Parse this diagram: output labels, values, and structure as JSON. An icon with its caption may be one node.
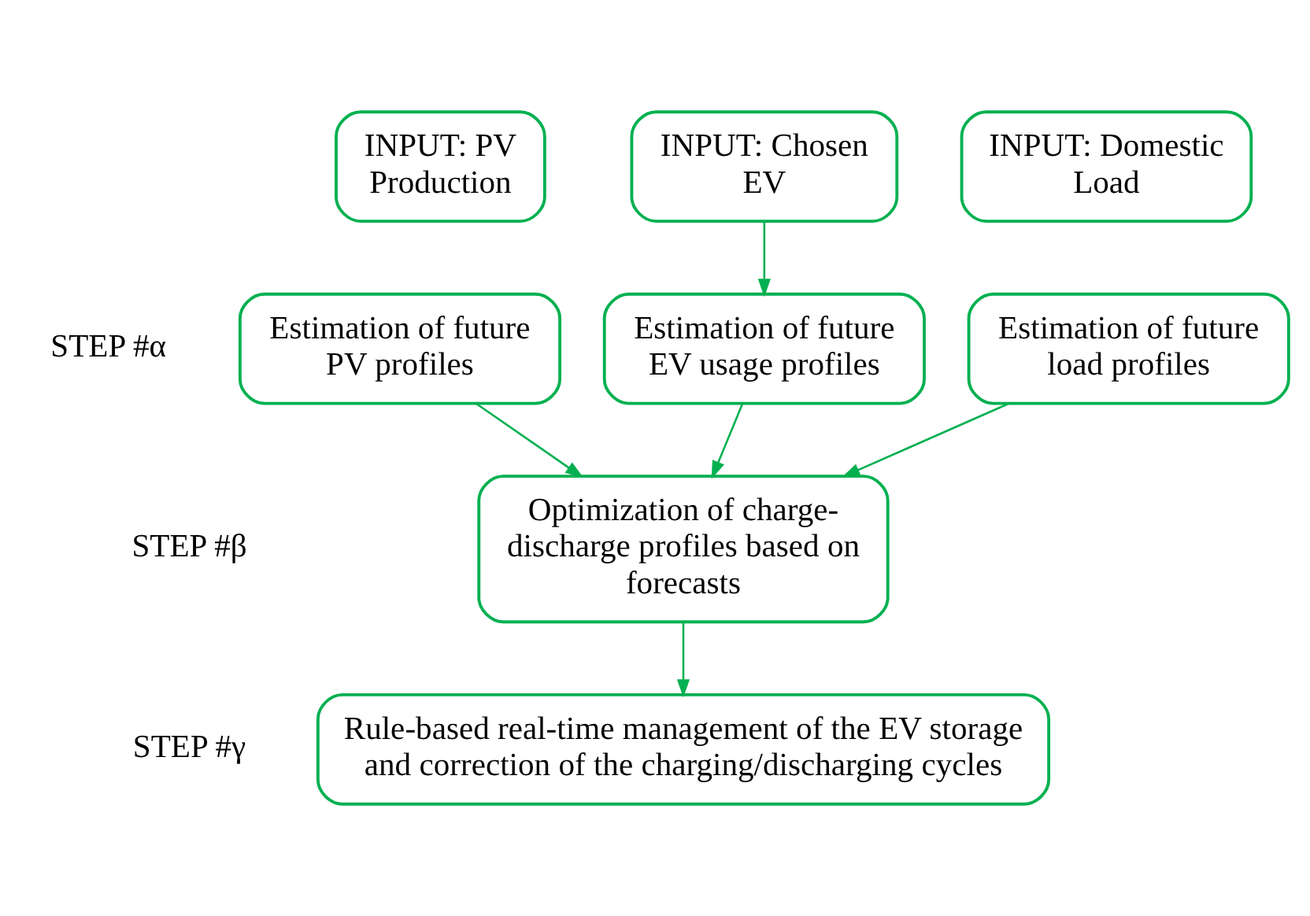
{
  "diagram": {
    "nodes": [
      {
        "text": [
          "INPUT: PV Production"
        ]
      },
      {
        "text": [
          "INPUT: Chosen EV"
        ]
      },
      {
        "text": [
          "INPUT: Domestic Load"
        ]
      },
      {
        "text": [
          "Estimation of future PV profiles"
        ]
      },
      {
        "text": [
          "Estimation of future EV usage profiles"
        ]
      },
      {
        "text": [
          "Estimation of future load profiles"
        ]
      },
      {
        "text": [
          "Optimization of charge-discharge profiles based on forecasts"
        ]
      },
      {
        "text": [
          "Rule-based real-time management of the EV storage and correction of the charging/discharging cycles"
        ]
      }
    ],
    "edges": [
      {
        "from": 1,
        "to": 4,
        "arrow": "to"
      },
      {
        "from": 3,
        "to": 6,
        "arrow": "to"
      },
      {
        "from": 4,
        "to": 6,
        "arrow": "to"
      },
      {
        "from": 5,
        "to": 6,
        "arrow": "to"
      },
      {
        "from": 6,
        "to": 7,
        "arrow": "to"
      }
    ],
    "labels": [
      "STEP #α",
      "STEP #β",
      "STEP #γ"
    ]
  }
}
